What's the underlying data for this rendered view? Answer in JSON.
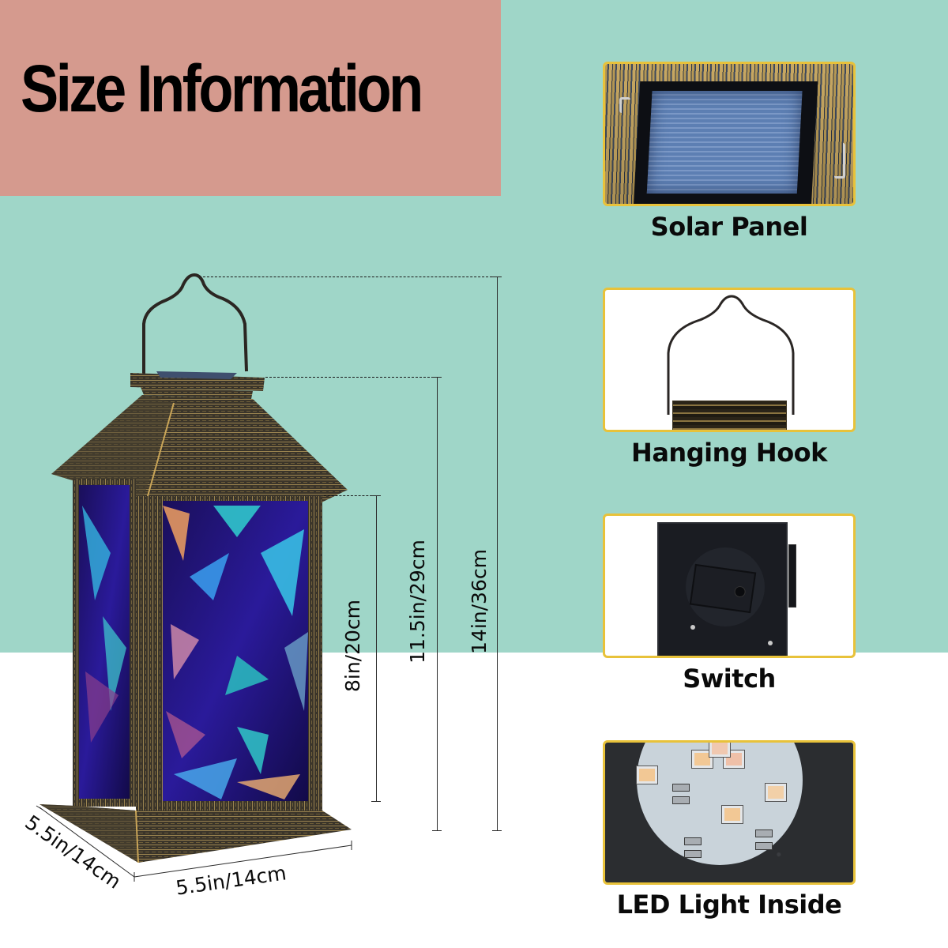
{
  "page": {
    "title": "Size Information",
    "colors": {
      "title_block": "#d59a8e",
      "teal_background": "#9fd6c8",
      "lower_background": "#ffffff",
      "card_border": "#e8c23a",
      "text": "#0a0a0a"
    }
  },
  "lantern": {
    "dimensions": {
      "overall_height": "14in/36cm",
      "body_height": "11.5in/29cm",
      "glass_height": "8in/20cm",
      "base_width": "5.5in/14cm",
      "base_depth": "5.5in/14cm"
    }
  },
  "features": [
    {
      "label": "Solar Panel",
      "image": "solar-panel-closeup"
    },
    {
      "label": "Hanging Hook",
      "image": "hanging-hook-closeup"
    },
    {
      "label": "Switch",
      "image": "switch-underside-closeup"
    },
    {
      "label": "LED Light Inside",
      "image": "led-board-closeup"
    }
  ]
}
